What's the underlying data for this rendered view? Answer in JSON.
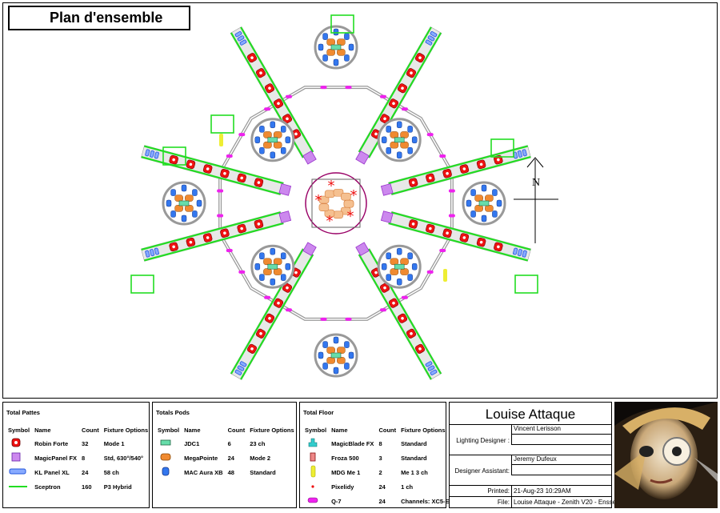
{
  "title": "Plan d'ensemble",
  "compass_label": "N",
  "legends": [
    {
      "title": "Total Pattes",
      "headers": [
        "Symbol",
        "Name",
        "Count",
        "Fixture Options"
      ],
      "rows": [
        {
          "icon": "robin-forte-icon",
          "name": "Robin Forte",
          "count": "32",
          "options": "Mode 1"
        },
        {
          "icon": "magicpanel-fx-icon",
          "name": "MagicPanel FX",
          "count": "8",
          "options": "Std, 630°/540°"
        },
        {
          "icon": "kl-panel-xl-icon",
          "name": "KL Panel XL",
          "count": "24",
          "options": "58 ch"
        },
        {
          "icon": "sceptron-icon",
          "name": "Sceptron",
          "count": "160",
          "options": "P3 Hybrid"
        }
      ]
    },
    {
      "title": "Totals Pods",
      "headers": [
        "Symbol",
        "Name",
        "Count",
        "Fixture Options"
      ],
      "rows": [
        {
          "icon": "jdc1-icon",
          "name": "JDC1",
          "count": "6",
          "options": "23 ch"
        },
        {
          "icon": "megapointe-icon",
          "name": "MegaPointe",
          "count": "24",
          "options": "Mode 2"
        },
        {
          "icon": "mac-aura-xb-icon",
          "name": "MAC Aura XB",
          "count": "48",
          "options": "Standard"
        }
      ]
    },
    {
      "title": "Total Floor",
      "headers": [
        "Symbol",
        "Name",
        "Count",
        "Fixture Options"
      ],
      "rows": [
        {
          "icon": "magicblade-fx-icon",
          "name": "MagicBlade FX",
          "count": "8",
          "options": "Standard"
        },
        {
          "icon": "froza-500-icon",
          "name": "Froza 500",
          "count": "3",
          "options": "Standard"
        },
        {
          "icon": "mdg-me1-icon",
          "name": "MDG Me 1",
          "count": "2",
          "options": "Me 1 3 ch"
        },
        {
          "icon": "pixelidy-icon",
          "name": "Pixelidy",
          "count": "24",
          "options": "1 ch"
        },
        {
          "icon": "q7-icon",
          "name": "Q-7",
          "count": "24",
          "options": "Channels: XC5-E"
        }
      ]
    }
  ],
  "title_block": {
    "show": "Louise Attaque",
    "lighting_designer_label": "Lighting Designer :",
    "lighting_designer": "Vincent Lerisson",
    "designer_assistant_label": "Designer Assistant:",
    "designer_assistant": "Jeremy Dufeux",
    "printed_label": "Printed:",
    "printed": "21-Aug-23  10:29AM",
    "file_label": "File:",
    "file": "Louise Attaque - Zenith V20 - Ensse"
  },
  "colors": {
    "sceptron": "#22dd22",
    "robin": "#ee1111",
    "kl_panel": "#2255dd",
    "magicpanel": "#9933cc",
    "truss": "#999999",
    "q7": "#ee22ee",
    "megapointe": "#f08a30",
    "aura": "#3377ee",
    "ring": "#990066"
  }
}
